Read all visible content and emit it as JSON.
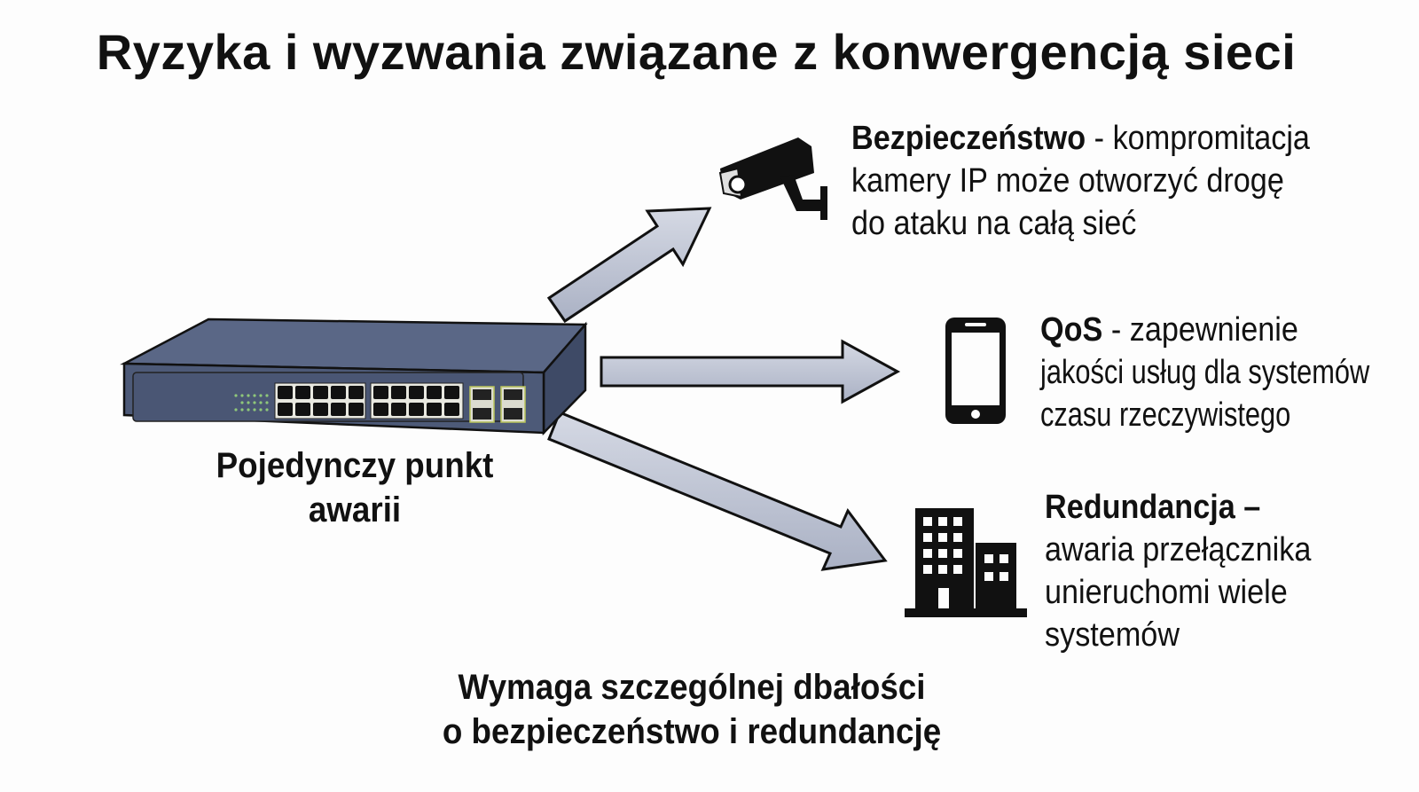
{
  "title": "Ryzyka i wyzwania związane z konwergencją sieci",
  "switch_label": [
    "Pojedynczy punkt",
    "awarii"
  ],
  "items": [
    {
      "icon": "security-camera-icon",
      "heading": "Bezpieczeństwo",
      "separator": " - ",
      "lines": [
        "kompromitacja",
        "kamery IP może otworzyć drogę",
        "do ataku na całą sieć"
      ]
    },
    {
      "icon": "smartphone-icon",
      "heading": "QoS",
      "separator": " - ",
      "lines": [
        "zapewnienie",
        "jakości usług dla systemów",
        "czasu rzeczywistego"
      ]
    },
    {
      "icon": "buildings-icon",
      "heading": "Redundancja",
      "separator": " –",
      "lines": [
        "",
        "awaria przełącznika",
        "unieruchomi wiele",
        "systemów"
      ]
    }
  ],
  "footer": [
    "Wymaga szczególnej dbałości",
    "o bezpieczeństwo i redundancję"
  ],
  "colors": {
    "switch": "#4d5a78",
    "arrow": "#c3c9d8"
  }
}
